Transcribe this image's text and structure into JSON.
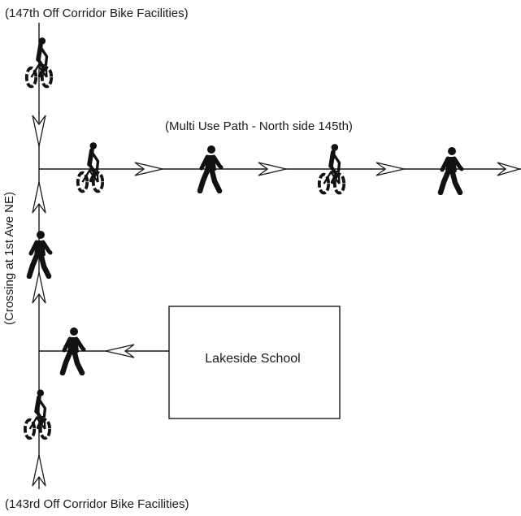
{
  "labels": {
    "top": "(147th Off Corridor Bike Facilities)",
    "path": "(Multi Use Path - North side 145th)",
    "crossing": "(Crossing at 1st Ave NE)",
    "school": "Lakeside School",
    "bottom": "(143rd Off Corridor Bike Facilities)"
  },
  "icons": [
    "bicyclist-icon",
    "pedestrian-icon",
    "direction-arrow-icon"
  ],
  "colors": {
    "ink": "#1a1a1a",
    "background": "#ffffff"
  }
}
